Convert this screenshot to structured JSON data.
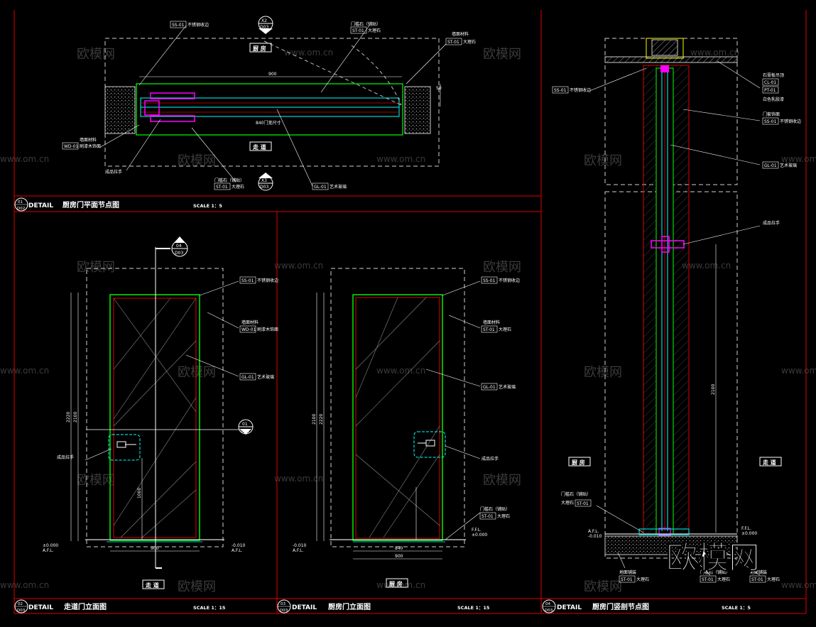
{
  "panels": {
    "plan": {
      "num": "01",
      "sheet": "D02",
      "tag": "DETAIL",
      "title": "厨房门平面节点图",
      "scale": "SCALE  1：5"
    },
    "hall_elev": {
      "num": "02",
      "sheet": "D03",
      "tag": "DETAIL",
      "title": "走道门立面图",
      "scale": "SCALE  1：15"
    },
    "kitchen_elev": {
      "num": "03",
      "sheet": "D03",
      "tag": "DETAIL",
      "title": "厨房门立面图",
      "scale": "SCALE  1：15"
    },
    "section": {
      "num": "04",
      "sheet": "D03",
      "tag": "DETAIL",
      "title": "厨房门竖剖节点图",
      "scale": "SCALE  1：5"
    }
  },
  "room_labels": {
    "kitchen": "厨 房",
    "corridor": "走 道"
  },
  "section_markers": {
    "plan_top": {
      "a": "X2",
      "b": "D03"
    },
    "plan_bottom": {
      "a": "X3",
      "b": "D03"
    },
    "hall": {
      "a": "04",
      "b": "D03"
    },
    "hall_side": {
      "a": "01",
      "b": "D02"
    }
  },
  "annotations": {
    "stainless_edge": "不锈钢收边",
    "threshold_stone": "门槛石（铺贴）",
    "marble": "大理石",
    "wall_finish": "墙面材料",
    "paint_wood": "刷漆木饰面",
    "glass": "艺术玻璃",
    "handle": "成品拉手",
    "door_width": "840门宽尺寸",
    "ceiling_board": "石膏板吊顶",
    "white_paint": "白色乳胶漆",
    "door_frame": "门套饰面",
    "floor_finish": "地面铺装"
  },
  "codes": {
    "ss01": "ST-01",
    "ss02": "SS-01",
    "gl01": "GL-01",
    "wd01": "WD-01",
    "pt01": "PT-01",
    "cl01": "CL-01"
  },
  "levels": {
    "ffl_zero": "±0.000",
    "ffl": "F.F.L.",
    "afl_neg": "-0.010",
    "afl": "A.F.L."
  },
  "dims": {
    "plan_width": "900",
    "plan_depth": "50",
    "hall_h1": "2100",
    "hall_h2": "2220",
    "hall_handle": "1000",
    "hall_w": "900",
    "kit_h1": "2100",
    "kit_h2": "2220",
    "kit_w1": "840",
    "kit_w2": "900",
    "sec_h": "2100"
  },
  "logo": {
    "text": "欧模网"
  },
  "watermark": {
    "brand": "欧模网",
    "url": "www.om.cn"
  },
  "colors": {
    "frame": "#e00000",
    "green": "#00ff00",
    "cyan": "#00ffff",
    "magenta": "#ff00ff",
    "yellow": "#ffff00",
    "white": "#ffffff",
    "gray": "#bdbdbd"
  }
}
